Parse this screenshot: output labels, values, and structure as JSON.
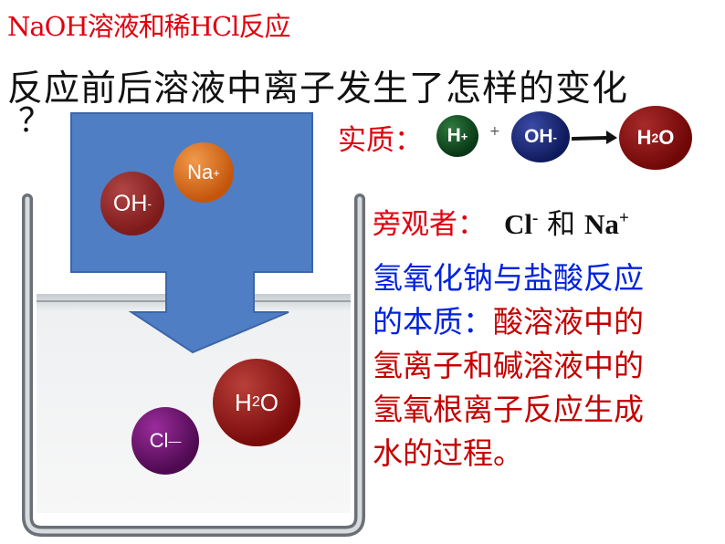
{
  "title": "NaOH溶液和稀HCl反应",
  "question": "反应前后溶液中离子发生了怎样的变化",
  "question_mark": "？",
  "essence": {
    "label": "实质：",
    "plus": "+",
    "h_ion": "H",
    "h_charge": "+",
    "oh_ion": "OH",
    "oh_charge": "-",
    "water": "H",
    "water_sub": "2",
    "water_o": "O"
  },
  "spectator": {
    "label": "旁观者：",
    "cl": "Cl",
    "cl_charge": "-",
    "and": " 和 ",
    "na": "Na",
    "na_charge": "+"
  },
  "conclusion": {
    "line1": "氢氧化钠与盐酸反应",
    "line2_blue": "的本质：",
    "line2_red": "酸溶液中的",
    "line3": "氢离子和碱溶液中的",
    "line4": "氢氧根离子反应生成",
    "line5": "水的过程。"
  },
  "beaker_ions": {
    "oh": "OH",
    "oh_charge": "-",
    "na": "Na",
    "na_charge": "+",
    "water": "H",
    "water_sub": "2",
    "water_o": "O",
    "cl": "Cl",
    "cl_charge": "—"
  },
  "colors": {
    "title_red": "#e0000f",
    "conclusion_blue": "#0022dd",
    "conclusion_red": "#c40000",
    "arrow_blue": "#4f7ec4",
    "h_ball": "#0c4a1c",
    "oh_ball": "#14206a",
    "water_ball": "#8a0e0e",
    "na_ball": "#d15f0e",
    "cl_ball": "#5c0a5e"
  }
}
